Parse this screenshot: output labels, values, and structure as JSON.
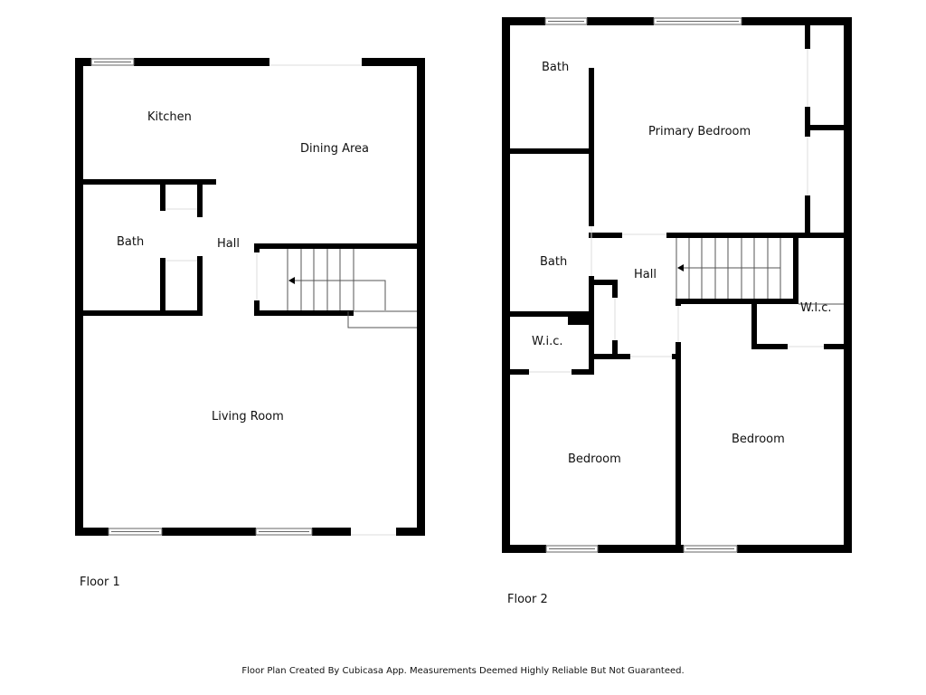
{
  "floor1": {
    "label": "Floor 1",
    "rooms": {
      "kitchen": "Kitchen",
      "dining": "Dining Area",
      "bath": "Bath",
      "hall": "Hall",
      "living": "Living Room"
    }
  },
  "floor2": {
    "label": "Floor 2",
    "rooms": {
      "bath_upper": "Bath",
      "primary_bedroom": "Primary Bedroom",
      "bath_lower": "Bath",
      "hall": "Hall",
      "wic_left": "W.i.c.",
      "wic_right": "W.i.c.",
      "bedroom_left": "Bedroom",
      "bedroom_right": "Bedroom"
    }
  },
  "footer": {
    "disclaimer": "Floor Plan Created By Cubicasa App. Measurements Deemed Highly Reliable But Not Guaranteed."
  },
  "colors": {
    "wall": "#000000",
    "background": "#ffffff",
    "stair_line": "#555555"
  }
}
